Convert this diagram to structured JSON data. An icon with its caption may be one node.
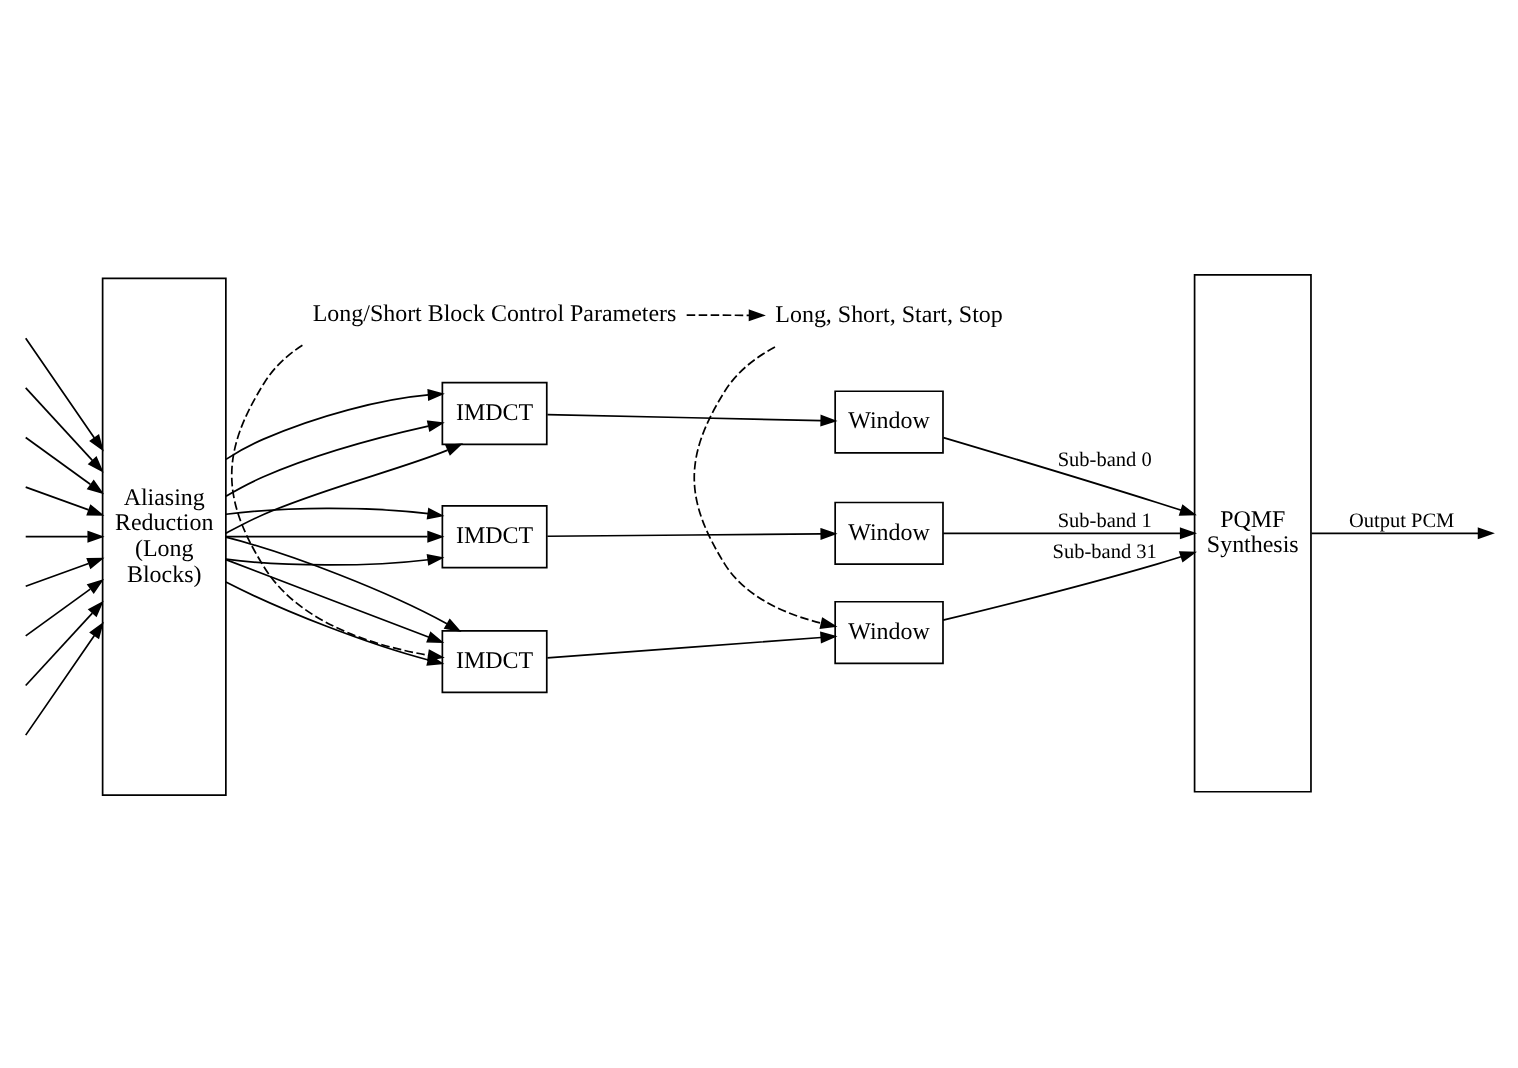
{
  "diagram": {
    "nodes": [
      {
        "text": [
          "Aliasing Reduction (Long Blocks)"
        ]
      },
      {
        "text": [
          "IMDCT"
        ]
      },
      {
        "text": [
          "IMDCT"
        ]
      },
      {
        "text": [
          "IMDCT"
        ]
      },
      {
        "text": [
          "Window"
        ]
      },
      {
        "text": [
          "Window"
        ]
      },
      {
        "text": [
          "Window"
        ]
      },
      {
        "text": [
          "PQMF Synthesis"
        ]
      },
      {
        "text": [
          "Long/Short Block Control Parameters"
        ]
      },
      {
        "text": [
          "Long, Short, Start, Stop"
        ]
      }
    ],
    "edges": [
      {
        "from": null,
        "to": 0,
        "arrow": "to"
      },
      {
        "from": null,
        "to": 0,
        "arrow": "to"
      },
      {
        "from": null,
        "to": 0,
        "arrow": "to"
      },
      {
        "from": null,
        "to": 0,
        "arrow": "to"
      },
      {
        "from": null,
        "to": 0,
        "arrow": "to"
      },
      {
        "from": null,
        "to": 0,
        "arrow": "to"
      },
      {
        "from": null,
        "to": 0,
        "arrow": "to"
      },
      {
        "from": null,
        "to": 0,
        "arrow": "to"
      },
      {
        "from": null,
        "to": 0,
        "arrow": "to"
      },
      {
        "from": 0,
        "to": 1,
        "arrow": "to"
      },
      {
        "from": 0,
        "to": 1,
        "arrow": "to"
      },
      {
        "from": 0,
        "to": 1,
        "arrow": "to"
      },
      {
        "from": 0,
        "to": 2,
        "arrow": "to"
      },
      {
        "from": 0,
        "to": 2,
        "arrow": "to"
      },
      {
        "from": 0,
        "to": 2,
        "arrow": "to"
      },
      {
        "from": 0,
        "to": 3,
        "arrow": "to"
      },
      {
        "from": 0,
        "to": 3,
        "arrow": "to"
      },
      {
        "from": 0,
        "to": 3,
        "arrow": "to"
      },
      {
        "from": 1,
        "to": 4,
        "arrow": "to"
      },
      {
        "from": 2,
        "to": 5,
        "arrow": "to"
      },
      {
        "from": 3,
        "to": 6,
        "arrow": "to"
      },
      {
        "from": 4,
        "to": 7,
        "arrow": "to",
        "label": "Sub-band 0"
      },
      {
        "from": 5,
        "to": 7,
        "arrow": "to",
        "label": "Sub-band 1"
      },
      {
        "from": 6,
        "to": 7,
        "arrow": "to",
        "label": "Sub-band 31"
      },
      {
        "from": 7,
        "to": null,
        "arrow": "to",
        "label": "Output PCM"
      },
      {
        "from": 8,
        "to": 3,
        "arrow": "to",
        "style": "dashed"
      },
      {
        "from": 8,
        "to": 9,
        "arrow": "to",
        "style": "dashed"
      },
      {
        "from": 9,
        "to": 6,
        "arrow": "to",
        "style": "dashed"
      }
    ]
  }
}
